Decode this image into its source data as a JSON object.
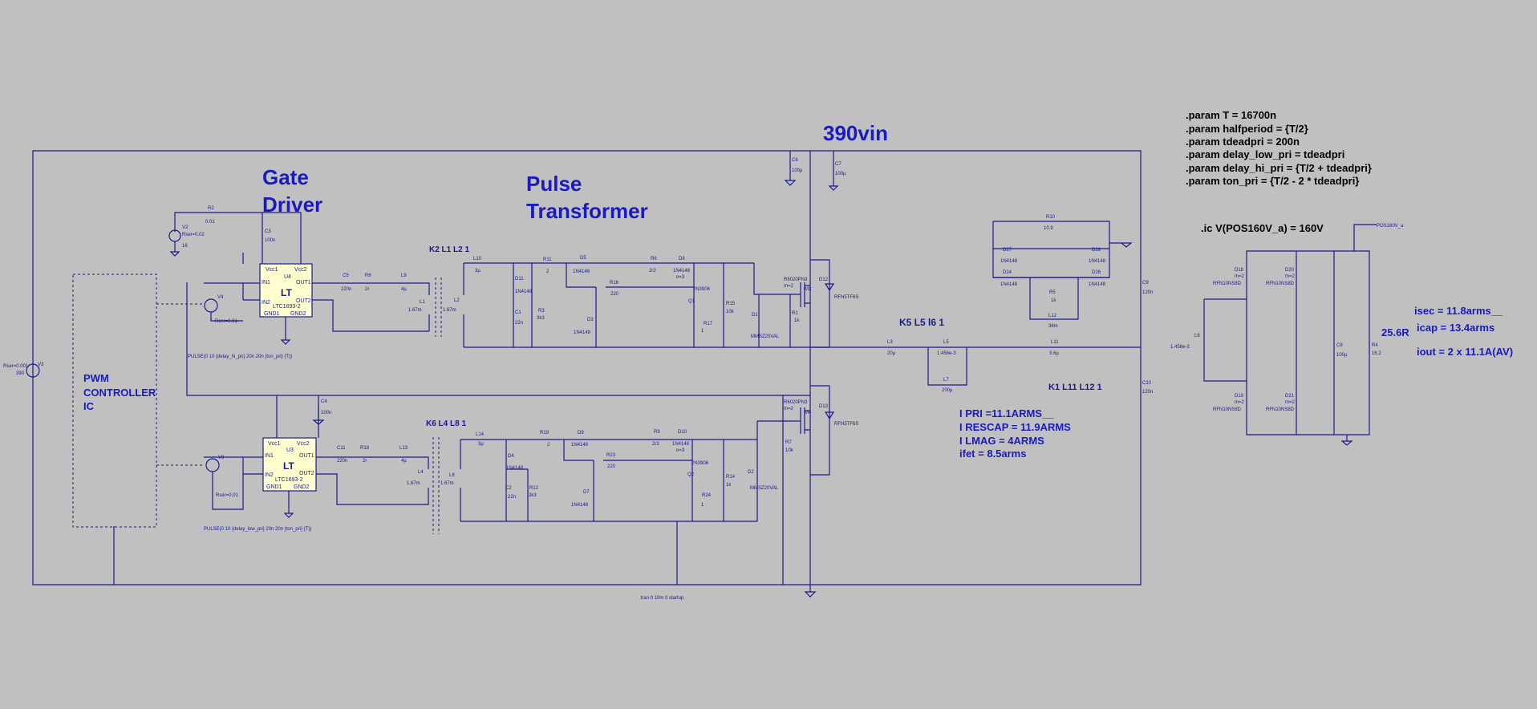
{
  "headings": {
    "vin": "390vin",
    "gate_driver_1": "Gate",
    "gate_driver_2": "Driver",
    "pulse_transformer_1": "Pulse",
    "pulse_transformer_2": "Transformer",
    "pwm_1": "PWM",
    "pwm_2": "CONTROLLER",
    "pwm_3": "IC"
  },
  "params": [
    ".param T = 16700n",
    ".param halfperiod = {T/2}",
    ".param tdeadpri = 200n",
    ".param delay_low_pri = tdeadpri",
    ".param delay_hi_pri = {T/2 + tdeadpri}",
    ".param ton_pri = {T/2 - 2 * tdeadpri}"
  ],
  "ic_directive": ".ic V(POS160V_a) = 160V",
  "output_annotations": [
    "isec = 11.8arms__",
    "icap = 13.4arms",
    "iout = 2 x 11.1A(AV)"
  ],
  "load_label": "25.6R",
  "primary_annotations": [
    "I PRI =11.1ARMS__",
    "I RESCAP = 11.9ARMS",
    "I LMAG = 4ARMS",
    "ifet = 8.5arms"
  ],
  "couplings": {
    "k2": "K2 L1 L2 1",
    "k6": "K6 L4 L8 1",
    "k5": "K5 L5 l6  1",
    "k1": "K1  L11 L12  1"
  },
  "sources": {
    "pulse_hi": "PULSE(0 10 {delay_hi_pri} 20n 20n {ton_pri} {T})",
    "pulse_low": "PULSE(0 10 {delay_low_pri} 20n 20n {ton_pri} {T})",
    "tran": ".tran 0 10m 0 startup",
    "v3_name": "V3",
    "v3_val": "390",
    "v3_rser": "Rser=0.001",
    "v2_name": "V2",
    "v2_rser": "Rser=0.02",
    "v2_val": "16",
    "v4_name": "V4",
    "v4_rser": "Rser=0.01",
    "v9_name": "V9",
    "v9_rser": "Rser=0.01"
  },
  "net_label": "POS160V_a",
  "chips": {
    "u4": {
      "name": "U4",
      "part": "LTC1693-2",
      "vcc1": "Vcc1",
      "vcc2": "Vcc2",
      "in1": "IN1",
      "in2": "IN2",
      "out1": "OUT1",
      "out2": "OUT2",
      "gnd1": "GND1",
      "gnd2": "GND2"
    },
    "u3": {
      "name": "U3",
      "part": "LTC1693-2",
      "vcc1": "Vcc1",
      "vcc2": "Vcc2",
      "in1": "IN1",
      "in2": "IN2",
      "out1": "OUT1",
      "out2": "OUT2",
      "gnd1": "GND1",
      "gnd2": "GND2"
    }
  },
  "components": {
    "r2": [
      "R2",
      "0.01"
    ],
    "c3": [
      "C3",
      "100n"
    ],
    "c5": [
      "C5",
      "220n"
    ],
    "r8": [
      "R8",
      "2r"
    ],
    "l9": [
      "L9",
      "4µ"
    ],
    "l1": [
      "L1",
      "1.67m"
    ],
    "l2": [
      "L2",
      "1.67m"
    ],
    "l10": [
      "L10",
      "3µ"
    ],
    "d11": [
      "D11",
      "1N4148"
    ],
    "c1": [
      "C1",
      "22n"
    ],
    "r3": [
      "R3",
      "3k3"
    ],
    "r11": [
      "R11",
      "2"
    ],
    "d5": [
      "D5",
      "1N4148"
    ],
    "r16": [
      "R16",
      "220"
    ],
    "d3": [
      "D3",
      "1N4148"
    ],
    "r6": [
      "R6",
      "2r2"
    ],
    "d6": [
      "D6",
      "1N4148"
    ],
    "q1": [
      "Q1",
      "2N3906"
    ],
    "r15": [
      "R15",
      "10k"
    ],
    "r17": [
      "R17",
      "1"
    ],
    "d1": [
      "D1",
      "MMSZ20VAL"
    ],
    "r1": [
      "R1",
      "1k"
    ],
    "m3": [
      "M3",
      "R6020PN3"
    ],
    "d12": [
      "D12",
      "RFN5TF6S"
    ],
    "c6": [
      "C6",
      "100µ"
    ],
    "c7": [
      "C7",
      "100µ"
    ],
    "c4": [
      "C4",
      "100n"
    ],
    "c11": [
      "C11",
      "220n"
    ],
    "r18": [
      "R18",
      "2r"
    ],
    "l13": [
      "L13",
      "4µ"
    ],
    "l4": [
      "L4",
      "1.67m"
    ],
    "l8": [
      "L8",
      "1.67m"
    ],
    "l14": [
      "L14",
      "3µ"
    ],
    "d4": [
      "D4",
      "1N4148"
    ],
    "c2": [
      "C2",
      "22n"
    ],
    "r12": [
      "R12",
      "3k3"
    ],
    "r19": [
      "R19",
      "2"
    ],
    "d9": [
      "D9",
      "1N4148"
    ],
    "r23": [
      "R23",
      "220"
    ],
    "d7": [
      "D7",
      "1N4148"
    ],
    "r9": [
      "R9",
      "2r2"
    ],
    "d10": [
      "D10",
      "1N4148"
    ],
    "q2": [
      "Q2",
      "2N3906"
    ],
    "r14": [
      "R14",
      "1k"
    ],
    "r24": [
      "R24",
      "1"
    ],
    "d2": [
      "D2",
      "MMSZ20VAL"
    ],
    "r7": [
      "R7",
      "10k"
    ],
    "m4": [
      "M4",
      "R6020PN3"
    ],
    "d13": [
      "D13",
      "RFN5TF6S"
    ],
    "l3": [
      "L3",
      "20µ"
    ],
    "l5": [
      "L5",
      "1.458e-3"
    ],
    "l7": [
      "L7",
      "200µ"
    ],
    "l11": [
      "L11",
      "3.6µ"
    ],
    "c9": [
      "C9",
      "120n"
    ],
    "c10": [
      "C10",
      "120n"
    ],
    "r10": [
      "R10",
      "10.9"
    ],
    "d27": [
      "D27",
      "1N4148"
    ],
    "d28": [
      "D28",
      "1N4148"
    ],
    "d24": [
      "D24",
      "1N4148"
    ],
    "d26": [
      "D26",
      "1N4148"
    ],
    "r5": [
      "R5",
      "1k"
    ],
    "l12": [
      "L12",
      "36m"
    ],
    "l6": [
      "L6",
      "1.458e-3"
    ],
    "d18": [
      "D18",
      "RFN10NS8D"
    ],
    "d20": [
      "D20",
      "RFN10NS8D"
    ],
    "d19": [
      "D19",
      "RFN10NS8D"
    ],
    "d21": [
      "D21",
      "RFN10NS8D"
    ],
    "c8": [
      "C8",
      "100µ"
    ],
    "r4": [
      "R4",
      "16.2"
    ]
  },
  "mult": {
    "m2": "m=2",
    "n3": "n=3"
  }
}
